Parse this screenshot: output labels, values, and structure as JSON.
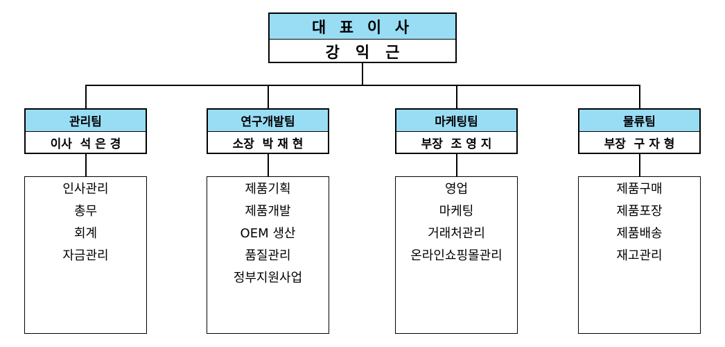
{
  "ceo": {
    "title": "대 표 이 사",
    "name": "강   익   근"
  },
  "departments": [
    {
      "title": "관리팀",
      "leader": "이사  석 은 경",
      "tasks": [
        "인사관리",
        "총무",
        "회계",
        "자금관리"
      ]
    },
    {
      "title": "연구개발팀",
      "leader": "소장  박 재 현",
      "tasks": [
        "제품기획",
        "제품개발",
        "OEM 생산",
        "품질관리",
        "정부지원사업"
      ]
    },
    {
      "title": "마케팅팀",
      "leader": "부장  조 영 지",
      "tasks": [
        "영업",
        "마케팅",
        "거래처관리",
        "온라인쇼핑몰관리"
      ]
    },
    {
      "title": "물류팀",
      "leader": "부장  구 자 형",
      "tasks": [
        "제품구매",
        "제품포장",
        "제품배송",
        "재고관리"
      ]
    }
  ],
  "colors": {
    "header_fill": "#99ddf5",
    "line": "#000000"
  }
}
